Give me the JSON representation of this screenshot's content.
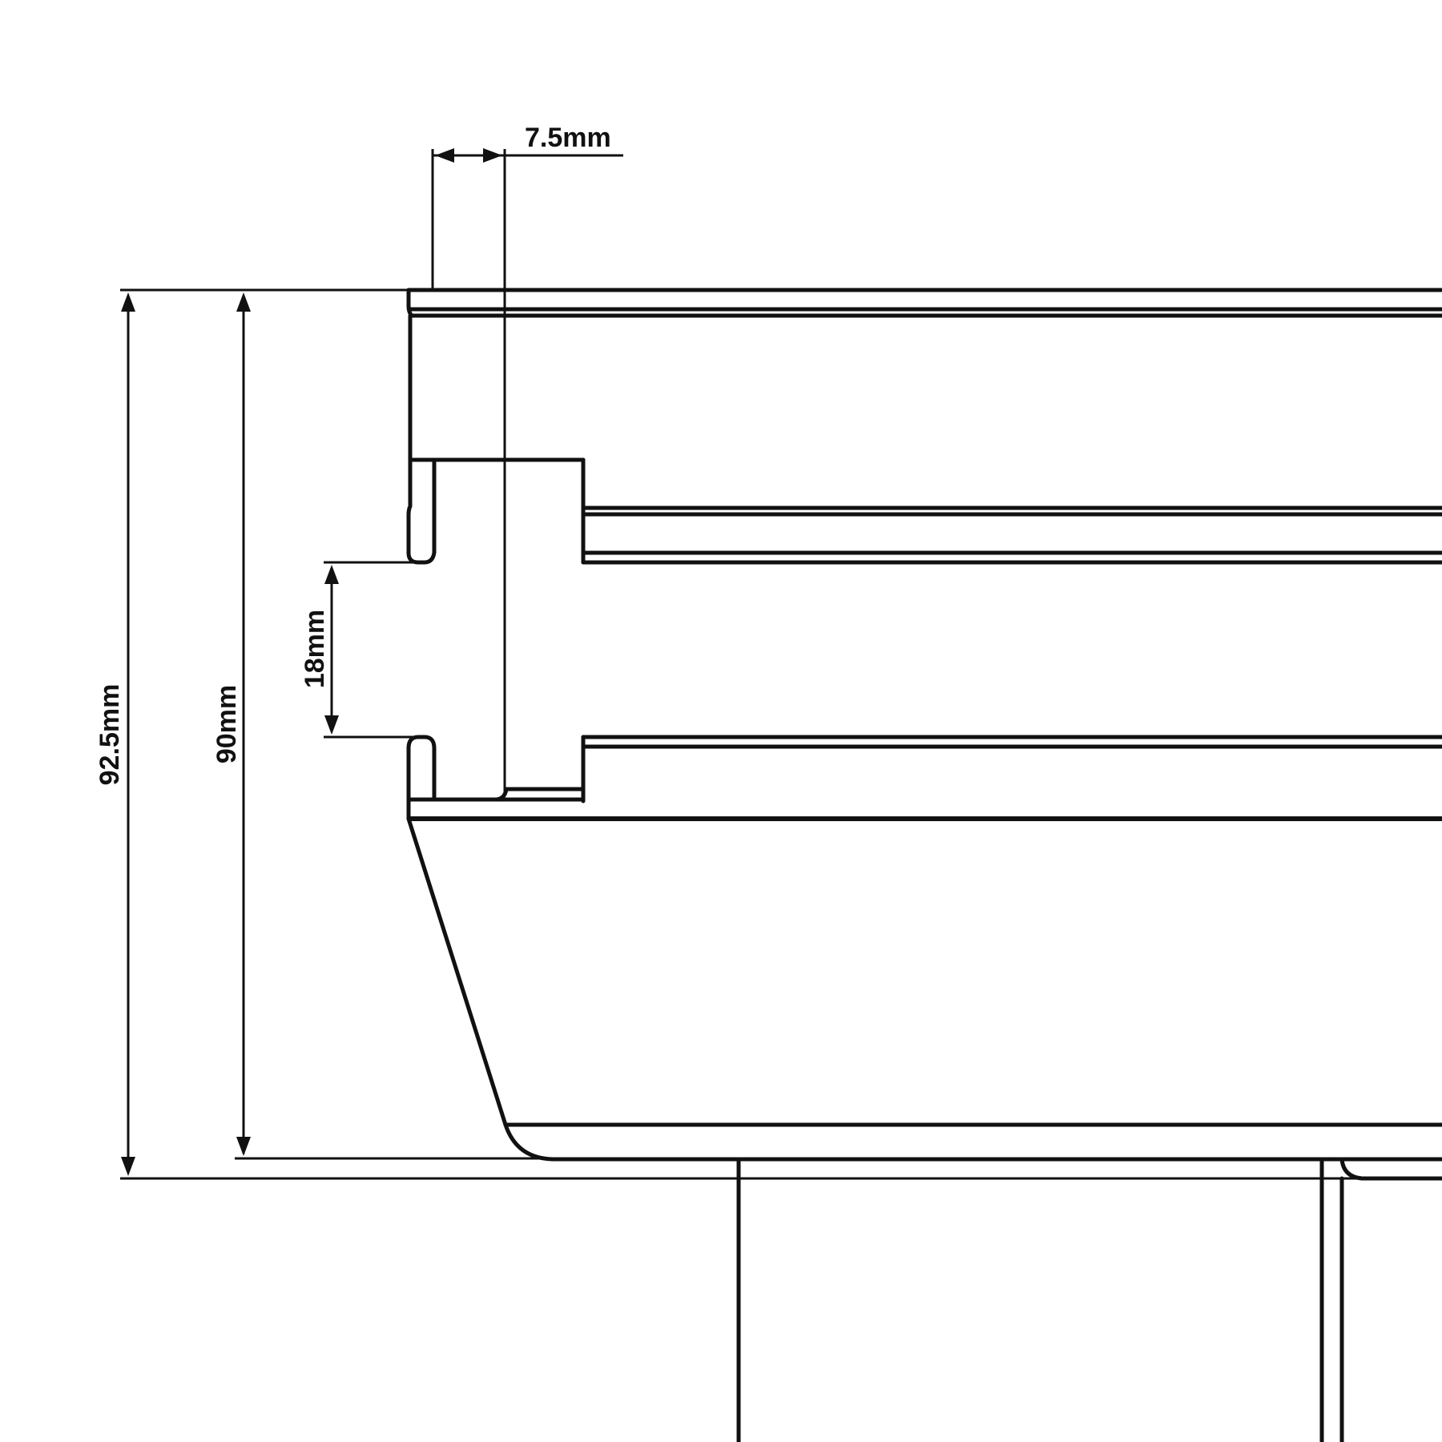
{
  "drawing": {
    "type": "technical cross-section drawing",
    "line_color": "#111111",
    "background": "#ffffff"
  },
  "dimensions": {
    "top_width": {
      "label": "7.5mm",
      "orientation": "horizontal"
    },
    "overall_height": {
      "label": "92.5mm",
      "orientation": "vertical"
    },
    "inner_height": {
      "label": "90mm",
      "orientation": "vertical"
    },
    "slot_height": {
      "label": "18mm",
      "orientation": "vertical"
    }
  }
}
